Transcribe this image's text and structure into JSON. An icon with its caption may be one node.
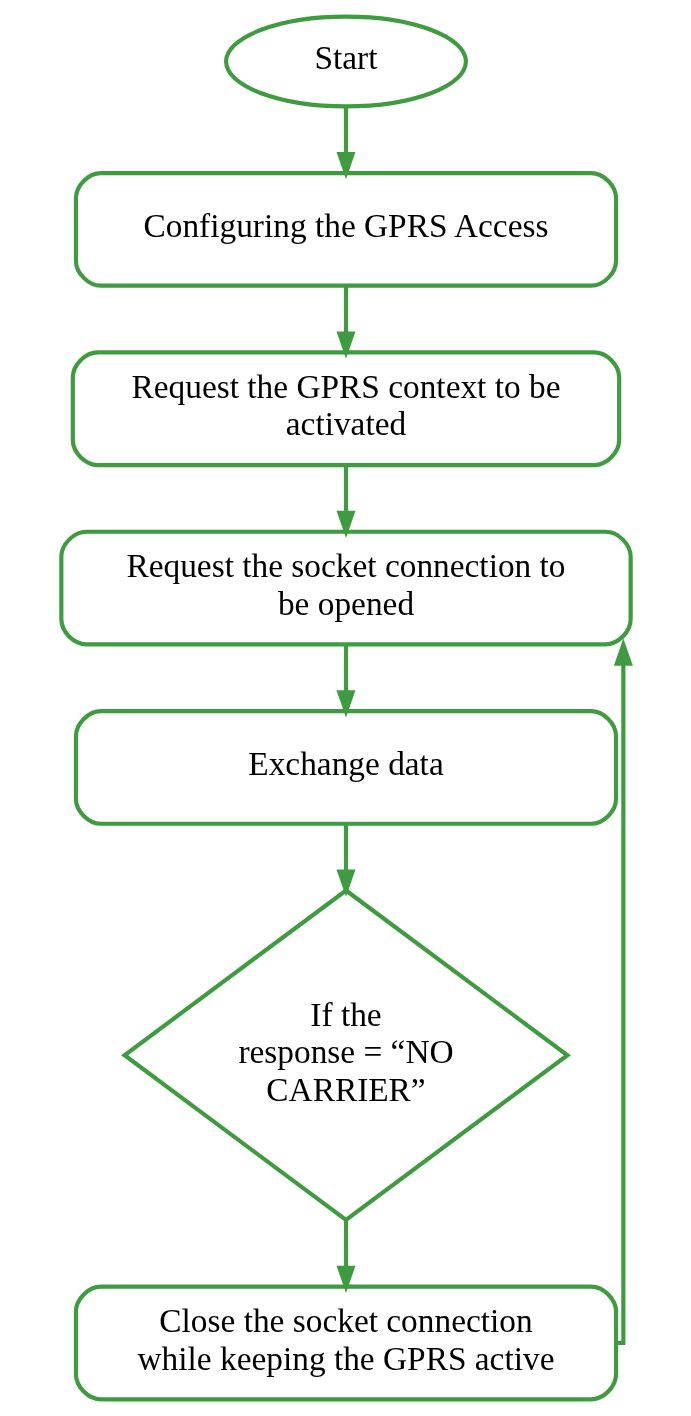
{
  "diagram": {
    "nodes": [
      {
        "text": [
          "Start"
        ]
      },
      {
        "text": [
          "Configuring the GPRS Access"
        ]
      },
      {
        "text": [
          "Request the GPRS context to be activated"
        ]
      },
      {
        "text": [
          "Request the socket connection to be opened"
        ]
      },
      {
        "text": [
          "Exchange data"
        ]
      },
      {
        "text": [
          "If the response = “NO CARRIER”"
        ]
      },
      {
        "text": [
          "Close the socket connection while keeping the GPRS active"
        ]
      }
    ],
    "edges": [
      {
        "from": 0,
        "to": 1,
        "arrow": "to"
      },
      {
        "from": 1,
        "to": 2,
        "arrow": "to"
      },
      {
        "from": 2,
        "to": 3,
        "arrow": "to"
      },
      {
        "from": 3,
        "to": 4,
        "arrow": "to"
      },
      {
        "from": 4,
        "to": 5,
        "arrow": "to"
      },
      {
        "from": 5,
        "to": 6,
        "arrow": "to"
      },
      {
        "from": 6,
        "to": 3,
        "arrow": "to"
      }
    ]
  }
}
